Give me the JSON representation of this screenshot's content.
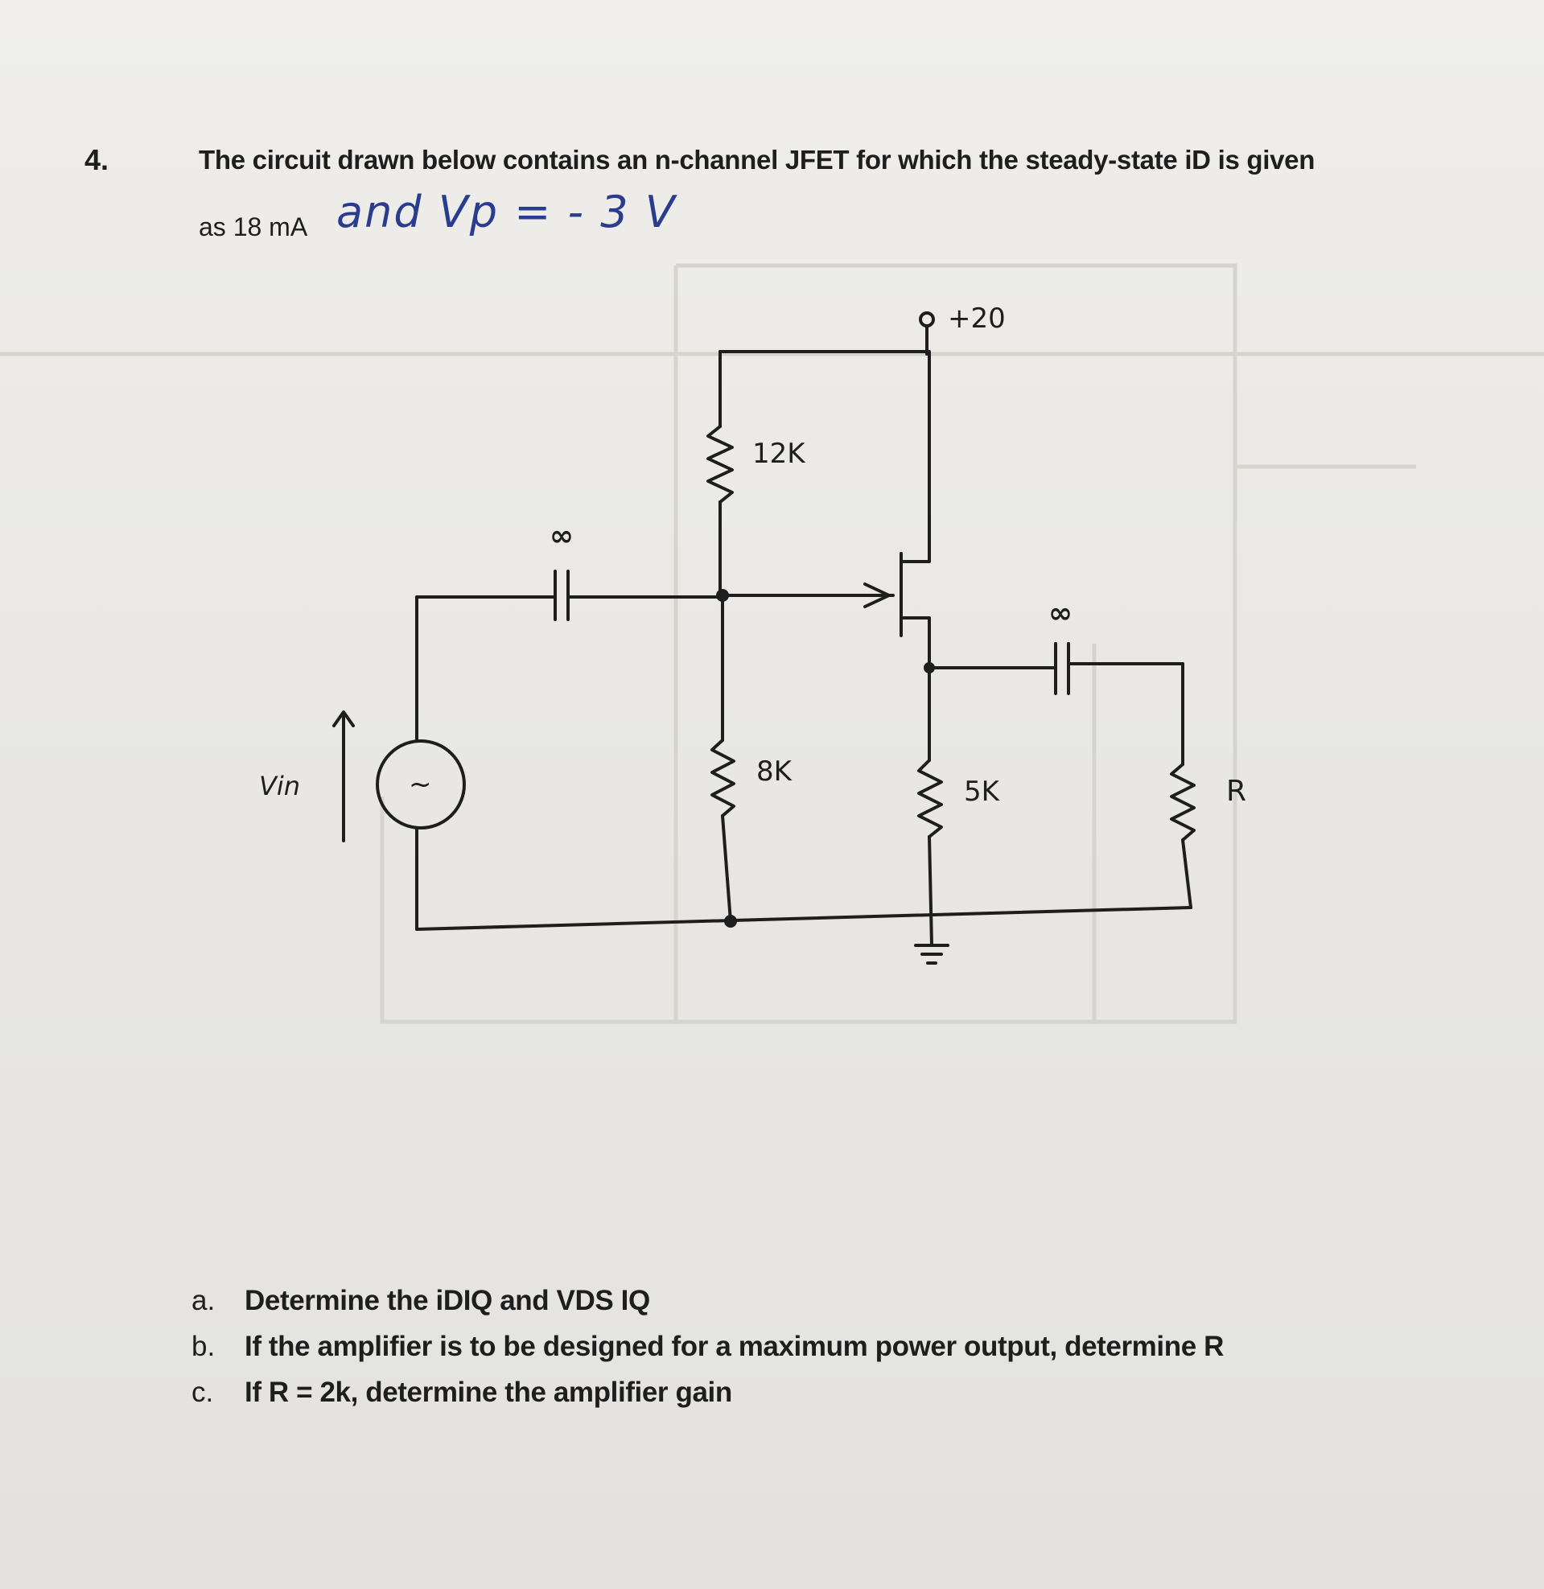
{
  "question": {
    "number": "4.",
    "statement_line1": "The circuit drawn below contains an n-channel JFET for which the steady-state iD is given",
    "statement_line2": "as 18 mA",
    "handwritten": "and  Vp  = - 3 V"
  },
  "circuit": {
    "supply_label": "+20",
    "r_top": "12K",
    "r_bottom": "8K",
    "r_source": "5K",
    "r_load": "R",
    "cap_in": "∞",
    "cap_out": "∞",
    "source_symbol": "~",
    "input_label": "Vin"
  },
  "parts": [
    {
      "label": "a.",
      "text": "Determine the iDIQ and VDS IQ"
    },
    {
      "label": "b.",
      "text": "If the amplifier is to be designed for a maximum power output, determine R"
    },
    {
      "label": "c.",
      "text": "If R = 2k, determine the amplifier gain"
    }
  ]
}
